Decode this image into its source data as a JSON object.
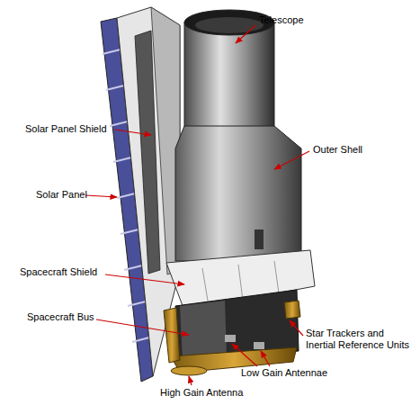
{
  "diagram": {
    "labels": [
      "Telescope",
      "Solar Panel Shield",
      "Outer Shell",
      "Solar Panel",
      "Spacecraft Shield",
      "Spacecraft Bus",
      "Star Trackers and Inertial Reference Units",
      "High Gain Antenna",
      "Low Gain Antennae"
    ]
  }
}
